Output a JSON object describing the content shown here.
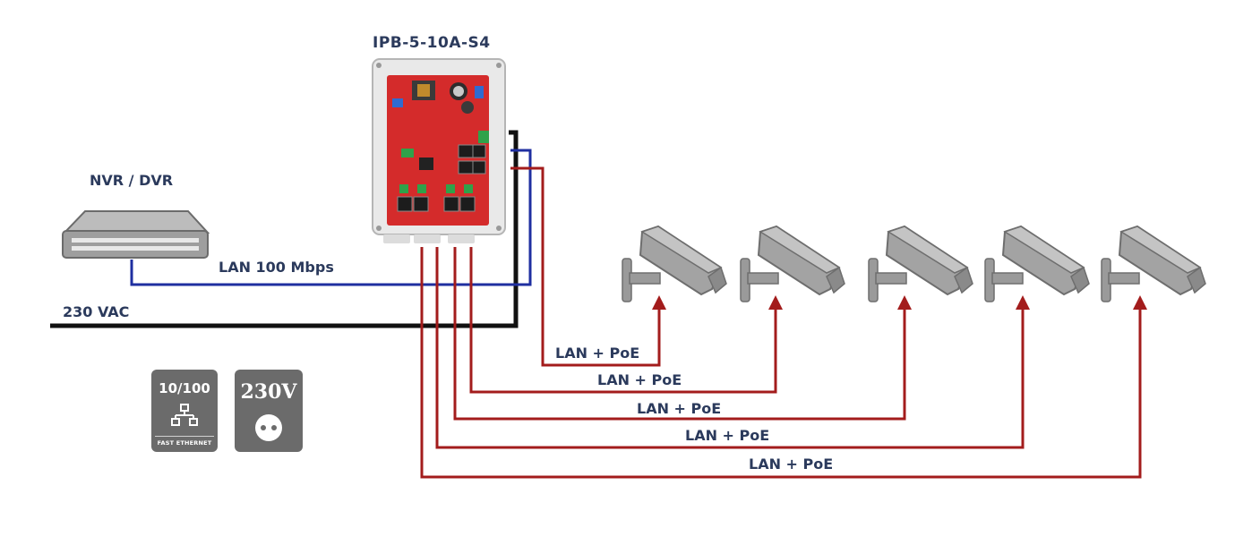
{
  "device": {
    "title": "IPB-5-10A-S4"
  },
  "nvr": {
    "label": "NVR / DVR"
  },
  "lines": {
    "lan_uplink": "LAN 100 Mbps",
    "power": "230 VAC",
    "poe_label": "LAN + PoE"
  },
  "poe_links": [
    {
      "label": "LAN + PoE"
    },
    {
      "label": "LAN + PoE"
    },
    {
      "label": "LAN + PoE"
    },
    {
      "label": "LAN + PoE"
    },
    {
      "label": "LAN + PoE"
    }
  ],
  "badges": {
    "ethernet": {
      "speed": "10/100",
      "caption": "FAST ETHERNET",
      "icon": "network-icon"
    },
    "power": {
      "voltage": "230V",
      "icon": "socket-icon"
    }
  },
  "colors": {
    "lan": "#1f2fa0",
    "power": "#111111",
    "poe": "#a31c1c",
    "camera": "#8e8e8e",
    "label": "#2b3a5c",
    "badge": "#6b6b6b"
  }
}
